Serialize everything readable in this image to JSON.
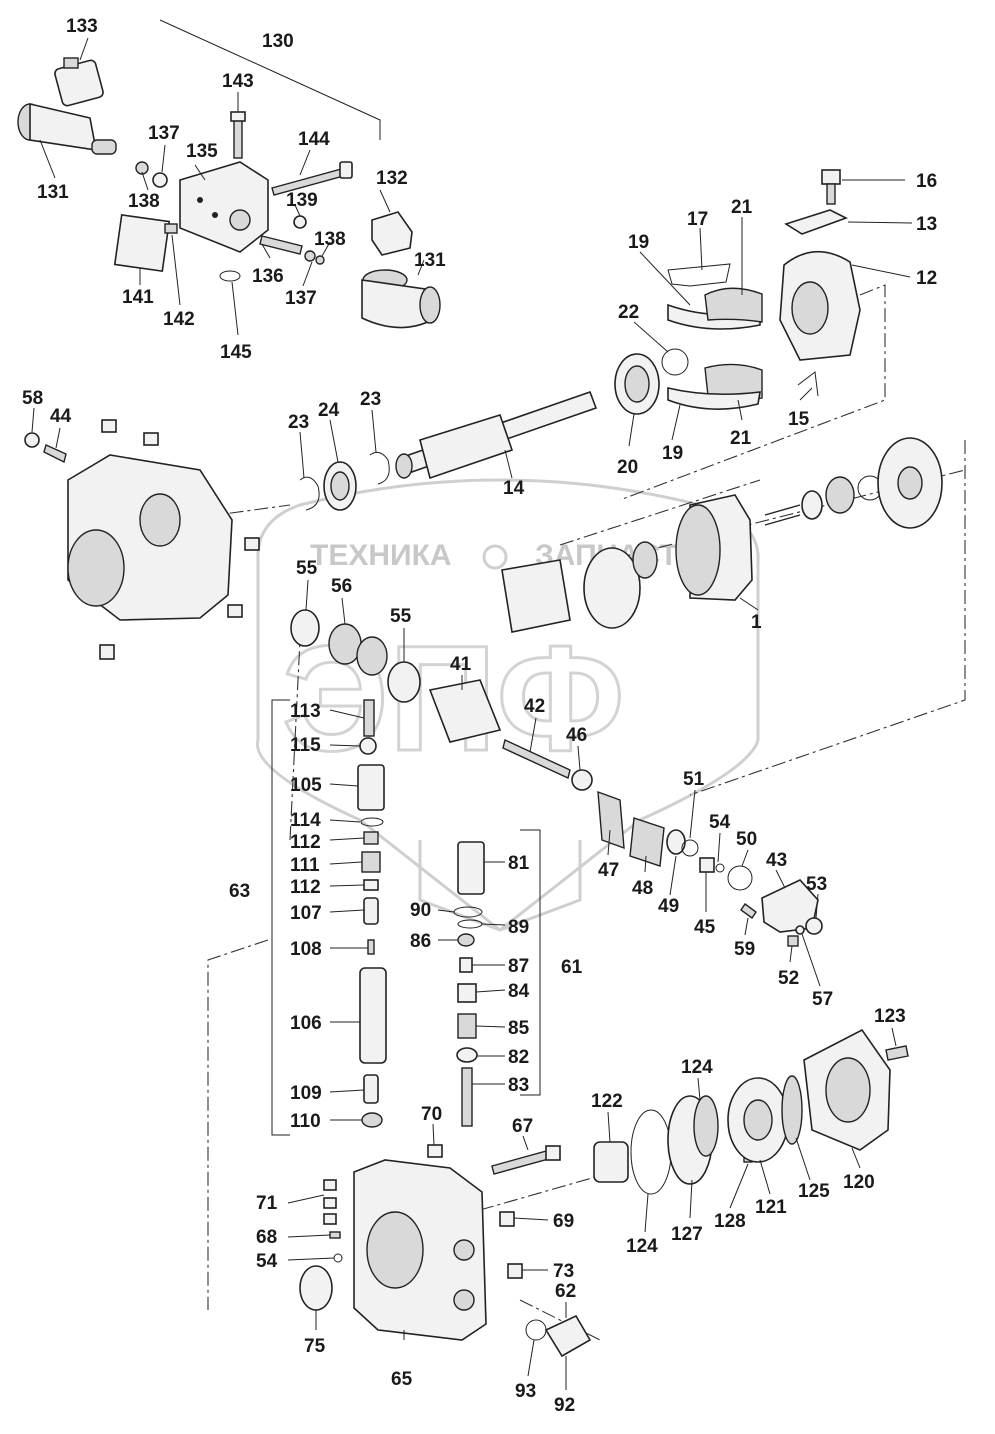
{
  "watermark": {
    "text_left": "ТЕХНИКА",
    "text_right": "ЗАПЧАСТИ",
    "logo_letters": "ЭПФ"
  },
  "labels": {
    "l133": "133",
    "l130": "130",
    "l143": "143",
    "l137a": "137",
    "l135": "135",
    "l144": "144",
    "l132": "132",
    "l131a": "131",
    "l138a": "138",
    "l139": "139",
    "l138b": "138",
    "l131b": "131",
    "l141": "141",
    "l142": "142",
    "l136": "136",
    "l137b": "137",
    "l145": "145",
    "l16": "16",
    "l17": "17",
    "l21a": "21",
    "l13": "13",
    "l19a": "19",
    "l12": "12",
    "l22": "22",
    "l58": "58",
    "l44": "44",
    "l24": "24",
    "l23a": "23",
    "l23b": "23",
    "l15": "15",
    "l21b": "21",
    "l20": "20",
    "l19b": "19",
    "l14": "14",
    "l55a": "55",
    "l56": "56",
    "l55b": "55",
    "l1": "1",
    "l41": "41",
    "l42": "42",
    "l113": "113",
    "l115": "115",
    "l46": "46",
    "l105": "105",
    "l51": "51",
    "l54a": "54",
    "l50": "50",
    "l114": "114",
    "l112a": "112",
    "l81": "81",
    "l111": "111",
    "l47": "47",
    "l43": "43",
    "l63": "63",
    "l112b": "112",
    "l48": "48",
    "l53": "53",
    "l107": "107",
    "l90": "90",
    "l49": "49",
    "l45": "45",
    "l89": "89",
    "l86": "86",
    "l59": "59",
    "l108": "108",
    "l87": "87",
    "l61": "61",
    "l52": "52",
    "l57": "57",
    "l84": "84",
    "l106": "106",
    "l85": "85",
    "l123": "123",
    "l82": "82",
    "l124a": "124",
    "l83": "83",
    "l109": "109",
    "l122": "122",
    "l110": "110",
    "l70": "70",
    "l67": "67",
    "l71": "71",
    "l69": "69",
    "l125": "125",
    "l120": "120",
    "l68": "68",
    "l121": "121",
    "l128": "128",
    "l127": "127",
    "l124b": "124",
    "l54b": "54",
    "l73": "73",
    "l62": "62",
    "l75": "75",
    "l65": "65",
    "l93": "93",
    "l92": "92"
  }
}
